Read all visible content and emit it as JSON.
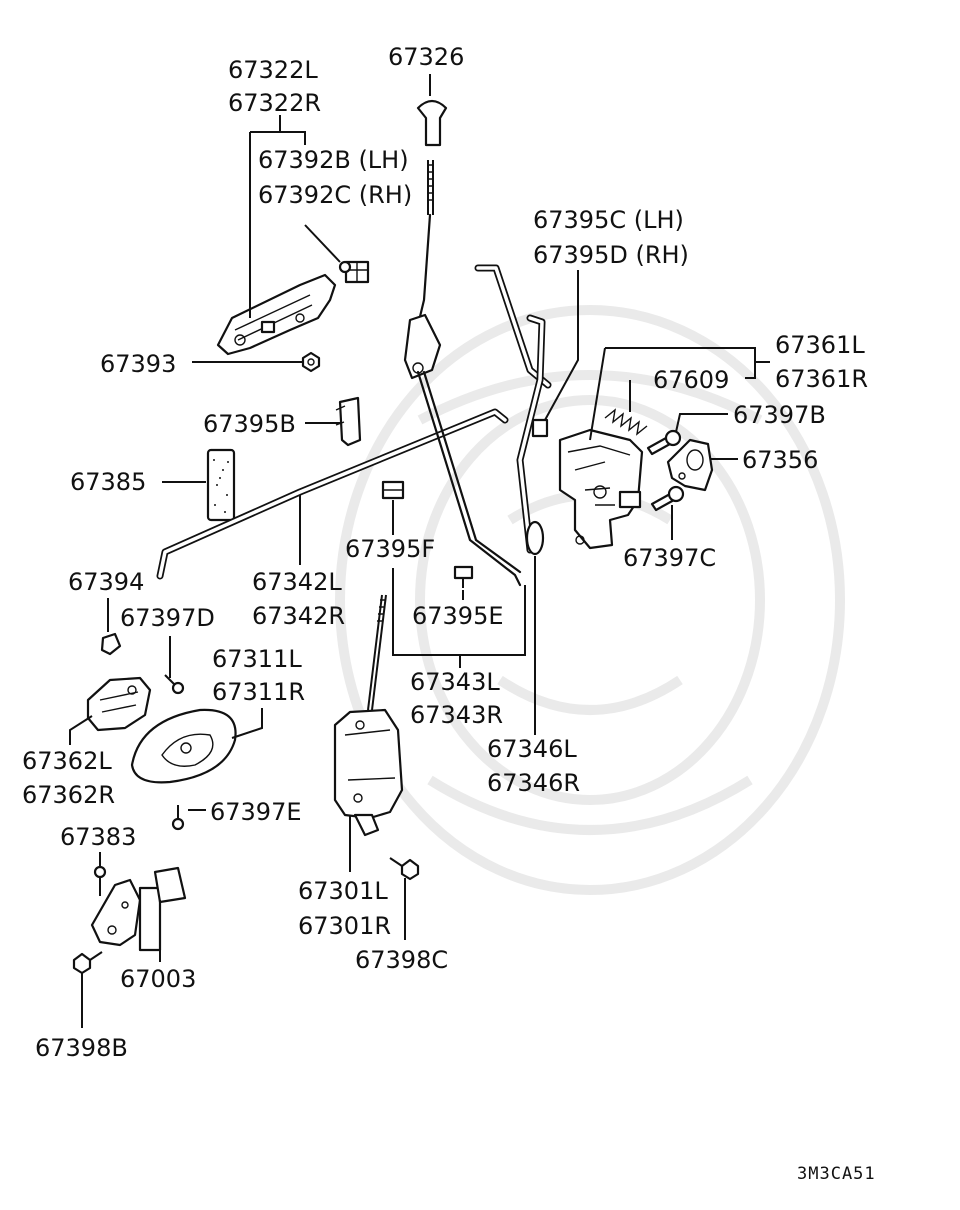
{
  "labels": [
    {
      "id": "67322L",
      "text": "67322L"
    },
    {
      "id": "67322R",
      "text": "67322R"
    },
    {
      "id": "67326",
      "text": "67326"
    },
    {
      "id": "67392B",
      "text": "67392B (LH)"
    },
    {
      "id": "67392C",
      "text": "67392C (RH)"
    },
    {
      "id": "67395C",
      "text": "67395C (LH)"
    },
    {
      "id": "67395D",
      "text": "67395D (RH)"
    },
    {
      "id": "67393",
      "text": "67393"
    },
    {
      "id": "67361L",
      "text": "67361L"
    },
    {
      "id": "67361R",
      "text": "67361R"
    },
    {
      "id": "67609",
      "text": "67609"
    },
    {
      "id": "67397B",
      "text": "67397B"
    },
    {
      "id": "67395B",
      "text": "67395B"
    },
    {
      "id": "67356",
      "text": "67356"
    },
    {
      "id": "67385",
      "text": "67385"
    },
    {
      "id": "67397C",
      "text": "67397C"
    },
    {
      "id": "67395F",
      "text": "67395F"
    },
    {
      "id": "67394",
      "text": "67394"
    },
    {
      "id": "67342L",
      "text": "67342L"
    },
    {
      "id": "67342R",
      "text": "67342R"
    },
    {
      "id": "67395E",
      "text": "67395E"
    },
    {
      "id": "67397D",
      "text": "67397D"
    },
    {
      "id": "67311L",
      "text": "67311L"
    },
    {
      "id": "67311R",
      "text": "67311R"
    },
    {
      "id": "67343L",
      "text": "67343L"
    },
    {
      "id": "67343R",
      "text": "67343R"
    },
    {
      "id": "67346L",
      "text": "67346L"
    },
    {
      "id": "67346R",
      "text": "67346R"
    },
    {
      "id": "67362L",
      "text": "67362L"
    },
    {
      "id": "67362R",
      "text": "67362R"
    },
    {
      "id": "67397E",
      "text": "67397E"
    },
    {
      "id": "67383",
      "text": "67383"
    },
    {
      "id": "67301L",
      "text": "67301L"
    },
    {
      "id": "67301R",
      "text": "67301R"
    },
    {
      "id": "67003",
      "text": "67003"
    },
    {
      "id": "67398C",
      "text": "67398C"
    },
    {
      "id": "67398B",
      "text": "67398B"
    }
  ],
  "diagram_code": "3M3CA51"
}
